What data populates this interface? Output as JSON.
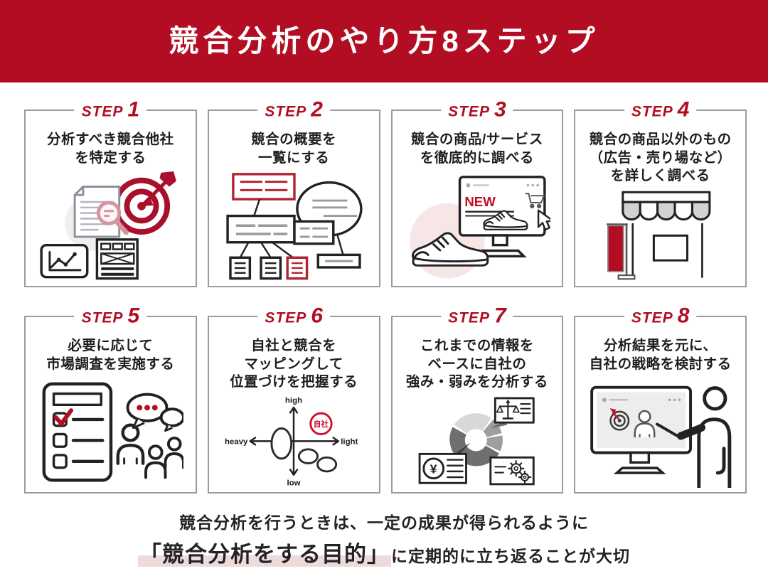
{
  "header": {
    "title": "競合分析のやり方8ステップ"
  },
  "steps": [
    {
      "label": "STEP",
      "number": "1",
      "title": "分析すべき競合他社\nを特定する",
      "icon": "target-documents-icon"
    },
    {
      "label": "STEP",
      "number": "2",
      "title": "競合の概要を\n一覧にする",
      "icon": "org-chart-bubble-icon"
    },
    {
      "label": "STEP",
      "number": "3",
      "title": "競合の商品/サービス\nを徹底的に調べる",
      "icon": "sneaker-webshop-icon"
    },
    {
      "label": "STEP",
      "number": "4",
      "title": "競合の商品以外のもの\n（広告・売り場など）\nを詳しく調べる",
      "icon": "storefront-banner-icon"
    },
    {
      "label": "STEP",
      "number": "5",
      "title": "必要に応じて\n市場調査を実施する",
      "icon": "survey-people-icon"
    },
    {
      "label": "STEP",
      "number": "6",
      "title": "自社と競合を\nマッピングして\n位置づけを把握する",
      "icon": "positioning-map-icon"
    },
    {
      "label": "STEP",
      "number": "7",
      "title": "これまでの情報を\nベースに自社の\n強み・弱みを分析する",
      "icon": "donut-analysis-icon"
    },
    {
      "label": "STEP",
      "number": "8",
      "title": "分析結果を元に、\n自社の戦略を検討する",
      "icon": "presentation-icon"
    }
  ],
  "illustrations": {
    "step3_badge": "NEW",
    "step6_axis_top": "high",
    "step6_axis_bottom": "low",
    "step6_axis_left": "heavy",
    "step6_axis_right": "light",
    "step6_self_label": "自社",
    "step7_yen_symbol": "¥"
  },
  "footer": {
    "line1": "競合分析を行うときは、一定の成果が得られるように",
    "highlight": "「競合分析をする目的」",
    "line2_rest": "に定期的に立ち返ることが大切"
  },
  "colors": {
    "banner_red": "#b20d23",
    "accent_red": "#b20d23",
    "self_circle_red": "#c8102e",
    "highlight_pink": "#eddbdb",
    "soft_pink": "#f7e6e6",
    "card_border_gray": "#9b9b9b",
    "donut_light": "#d8d8d8",
    "donut_medium": "#9e9e9e",
    "donut_dark": "#6f6f6f"
  }
}
